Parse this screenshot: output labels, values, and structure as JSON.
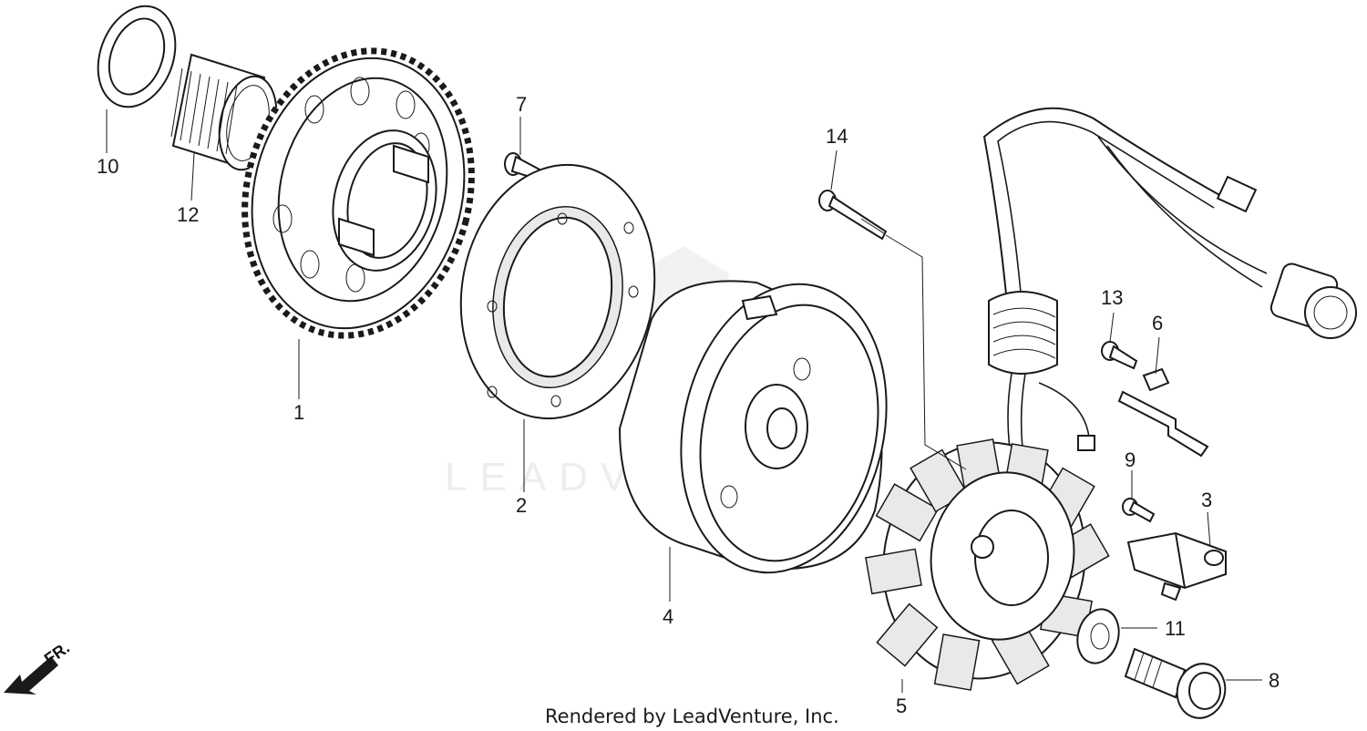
{
  "watermark": {
    "text": "LEADVENTURE"
  },
  "footer": {
    "text": "Rendered by LeadVenture, Inc."
  },
  "direction_arrow": {
    "label": "FR.",
    "icon": "front-direction-arrow-icon"
  },
  "callouts": {
    "c1": "1",
    "c2": "2",
    "c3": "3",
    "c4": "4",
    "c5": "5",
    "c6": "6",
    "c7": "7",
    "c8": "8",
    "c9": "9",
    "c10": "10",
    "c11": "11",
    "c12": "12",
    "c13": "13",
    "c14": "14"
  },
  "colors": {
    "line": "#1a1a1a",
    "background": "#ffffff",
    "watermark": "#ededed"
  }
}
